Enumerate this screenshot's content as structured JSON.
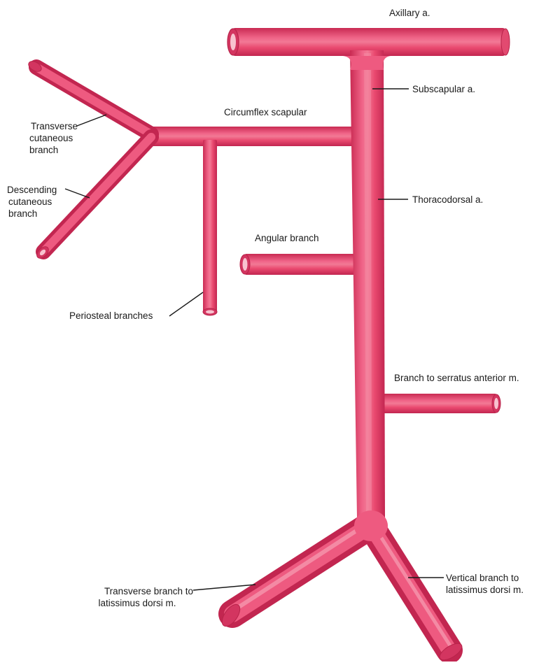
{
  "colors": {
    "vessel": "#ec3f67",
    "vessel_edge": "#b8234a",
    "vessel_highlight": "#f37a98",
    "vessel_opening": "#f8c2cf",
    "leader": "#1a1a1a"
  },
  "labels": {
    "axillary": "Axillary a.",
    "subscapular": "Subscapular a.",
    "circumflex_scapular": "Circumflex scapular",
    "transverse_cutaneous": [
      "Transverse",
      "cutaneous",
      "branch"
    ],
    "descending_cutaneous": [
      "Descending",
      "cutaneous",
      "branch"
    ],
    "thoracodorsal": "Thoracodorsal a.",
    "angular": "Angular branch",
    "periosteal": "Periosteal branches",
    "serratus": "Branch to serratus anterior m.",
    "transverse_latissimus": [
      "Transverse branch to",
      "latissimus dorsi m."
    ],
    "vertical_latissimus": [
      "Vertical branch to",
      "latissimus dorsi m."
    ]
  }
}
